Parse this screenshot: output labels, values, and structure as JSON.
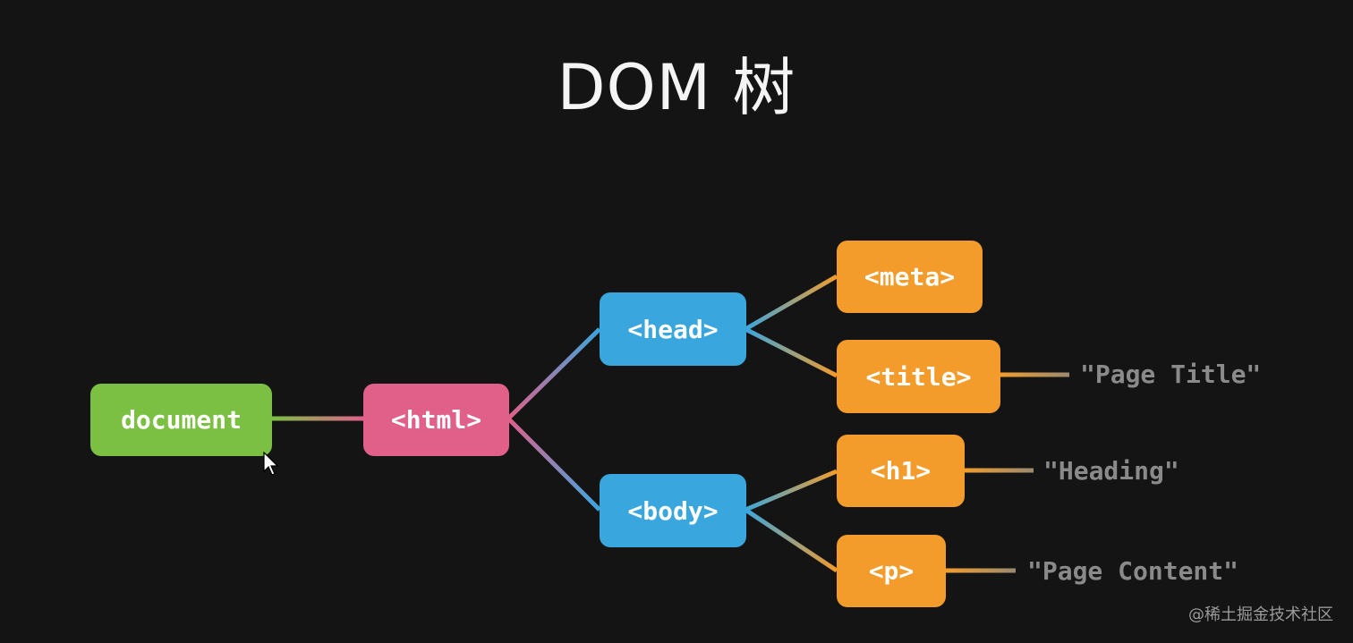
{
  "title": "DOM 树",
  "nodes": {
    "document": "document",
    "html": "<html>",
    "head": "<head>",
    "body": "<body>",
    "meta": "<meta>",
    "title": "<title>",
    "h1": "<h1>",
    "p": "<p>"
  },
  "text_nodes": {
    "page_title": "\"Page Title\"",
    "heading": "\"Heading\"",
    "page_content": "\"Page Content\""
  },
  "watermark": "@稀土掘金技术社区",
  "colors": {
    "background": "#141414",
    "document": "#7bc043",
    "html": "#e0608a",
    "head_body": "#3aa6de",
    "leaf": "#f39c2b",
    "text_node": "#8a8a8a"
  }
}
